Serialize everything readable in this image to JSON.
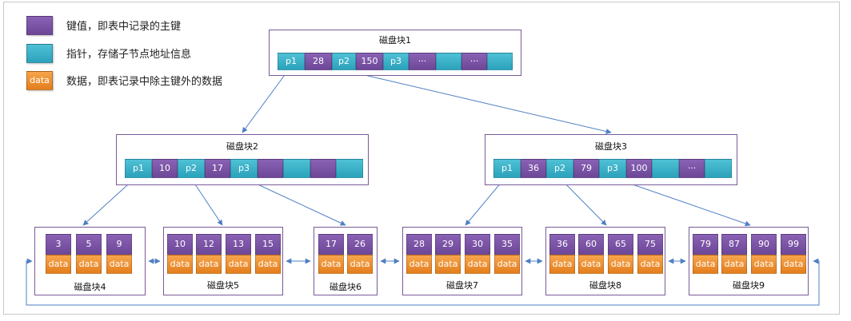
{
  "legend": [
    {
      "swatch_text": "",
      "color": "#7b52a8",
      "text": "键值，即表中记录的主键"
    },
    {
      "swatch_text": "",
      "color": "#35b0c8",
      "text": "指针，存储子节点地址信息"
    },
    {
      "swatch_text": "data",
      "color": "#ef8f2d",
      "text": "数据，即表记录中除主键外的数据"
    }
  ],
  "colors": {
    "key": "#7b52a8",
    "pointer": "#35b0c8",
    "data": "#ef8f2d",
    "arrow": "#4f7fc3",
    "border": "#7a5a98"
  },
  "internal_nodes": [
    {
      "name": "磁盘块1",
      "cells": [
        {
          "t": "p",
          "v": "p1"
        },
        {
          "t": "k",
          "v": "28"
        },
        {
          "t": "p",
          "v": "p2"
        },
        {
          "t": "k",
          "v": "150"
        },
        {
          "t": "p",
          "v": "p3"
        },
        {
          "t": "k",
          "v": "···"
        },
        {
          "t": "p",
          "v": ""
        },
        {
          "t": "k",
          "v": "···"
        },
        {
          "t": "p",
          "v": ""
        }
      ]
    },
    {
      "name": "磁盘块2",
      "cells": [
        {
          "t": "p",
          "v": "p1"
        },
        {
          "t": "k",
          "v": "10"
        },
        {
          "t": "p",
          "v": "p2"
        },
        {
          "t": "k",
          "v": "17"
        },
        {
          "t": "p",
          "v": "p3"
        },
        {
          "t": "k",
          "v": ""
        },
        {
          "t": "p",
          "v": ""
        },
        {
          "t": "k",
          "v": ""
        },
        {
          "t": "p",
          "v": ""
        }
      ]
    },
    {
      "name": "磁盘块3",
      "cells": [
        {
          "t": "p",
          "v": "p1"
        },
        {
          "t": "k",
          "v": "36"
        },
        {
          "t": "p",
          "v": "p2"
        },
        {
          "t": "k",
          "v": "79"
        },
        {
          "t": "p",
          "v": "p3"
        },
        {
          "t": "k",
          "v": "100"
        },
        {
          "t": "p",
          "v": ""
        },
        {
          "t": "k",
          "v": "···"
        },
        {
          "t": "p",
          "v": ""
        }
      ]
    }
  ],
  "leaf_nodes": [
    {
      "name": "磁盘块4",
      "keys": [
        "3",
        "5",
        "9"
      ],
      "data": [
        "data",
        "data",
        "data"
      ]
    },
    {
      "name": "磁盘块5",
      "keys": [
        "10",
        "12",
        "13",
        "15"
      ],
      "data": [
        "data",
        "data",
        "data",
        "data"
      ]
    },
    {
      "name": "磁盘块6",
      "keys": [
        "17",
        "26"
      ],
      "data": [
        "data",
        "data"
      ]
    },
    {
      "name": "磁盘块7",
      "keys": [
        "28",
        "29",
        "30",
        "35"
      ],
      "data": [
        "data",
        "data",
        "data",
        "data"
      ]
    },
    {
      "name": "磁盘块8",
      "keys": [
        "36",
        "60",
        "65",
        "75"
      ],
      "data": [
        "data",
        "data",
        "data",
        "data"
      ]
    },
    {
      "name": "磁盘块9",
      "keys": [
        "79",
        "87",
        "90",
        "99"
      ],
      "data": [
        "data",
        "data",
        "data",
        "data"
      ]
    }
  ],
  "edges": [
    {
      "from": "磁盘块1",
      "pointer": "p1",
      "to": "磁盘块2"
    },
    {
      "from": "磁盘块1",
      "pointer": "p2",
      "to": "磁盘块3"
    },
    {
      "from": "磁盘块2",
      "pointer": "p1",
      "to": "磁盘块4"
    },
    {
      "from": "磁盘块2",
      "pointer": "p2",
      "to": "磁盘块5"
    },
    {
      "from": "磁盘块2",
      "pointer": "p3",
      "to": "磁盘块6"
    },
    {
      "from": "磁盘块3",
      "pointer": "p1",
      "to": "磁盘块7"
    },
    {
      "from": "磁盘块3",
      "pointer": "p2",
      "to": "磁盘块8"
    },
    {
      "from": "磁盘块3",
      "pointer": "p3",
      "to": "磁盘块9"
    }
  ],
  "leaf_links": "bidirectional, circular"
}
